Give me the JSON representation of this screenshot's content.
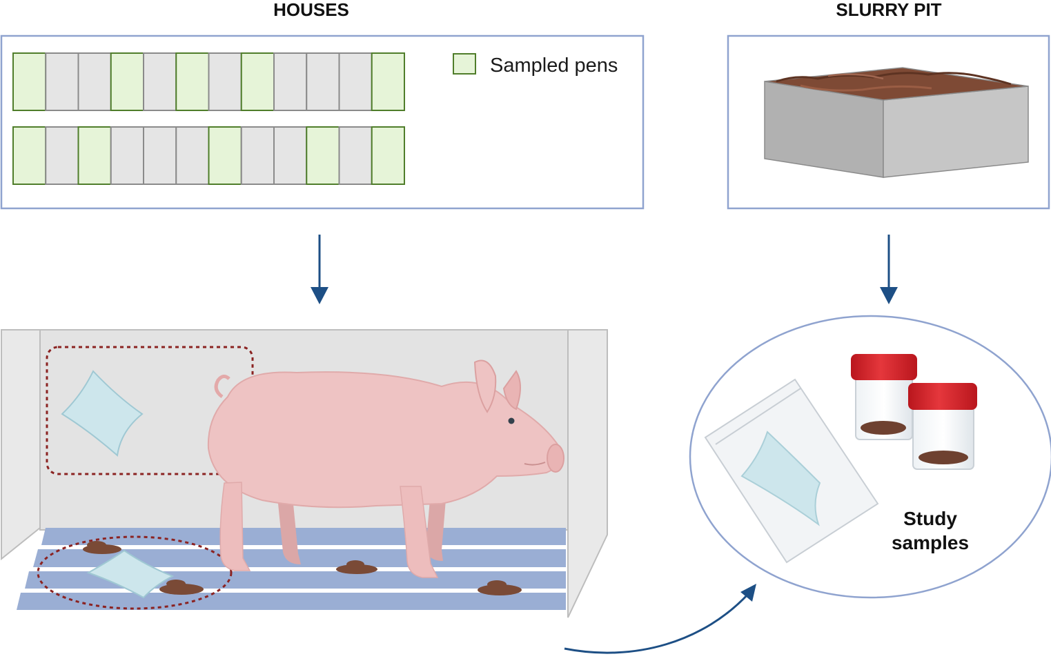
{
  "houses": {
    "title": "HOUSES",
    "legend_label": "Sampled pens",
    "row1_sampled": [
      true,
      false,
      false,
      true,
      false,
      true,
      false,
      true,
      false,
      false,
      false,
      true
    ],
    "row2_sampled": [
      true,
      false,
      true,
      false,
      false,
      false,
      true,
      false,
      false,
      true,
      false,
      true
    ]
  },
  "slurry": {
    "title": "SLURRY PIT"
  },
  "samples": {
    "line1": "Study",
    "line2": "samples"
  },
  "colors": {
    "box_border": "#8fa3cf",
    "pen_sampled_fill": "#e6f4d8",
    "pen_sampled_stroke": "#4f7d2a",
    "pen_fill": "#e5e5e5",
    "pen_stroke": "#8a8a8a",
    "arrow": "#1d4f85",
    "pig": "#eec3c3",
    "manure": "#7a4a36",
    "floor": "#9aaed4",
    "dash": "#8b2322",
    "lid": "#d8252b"
  }
}
